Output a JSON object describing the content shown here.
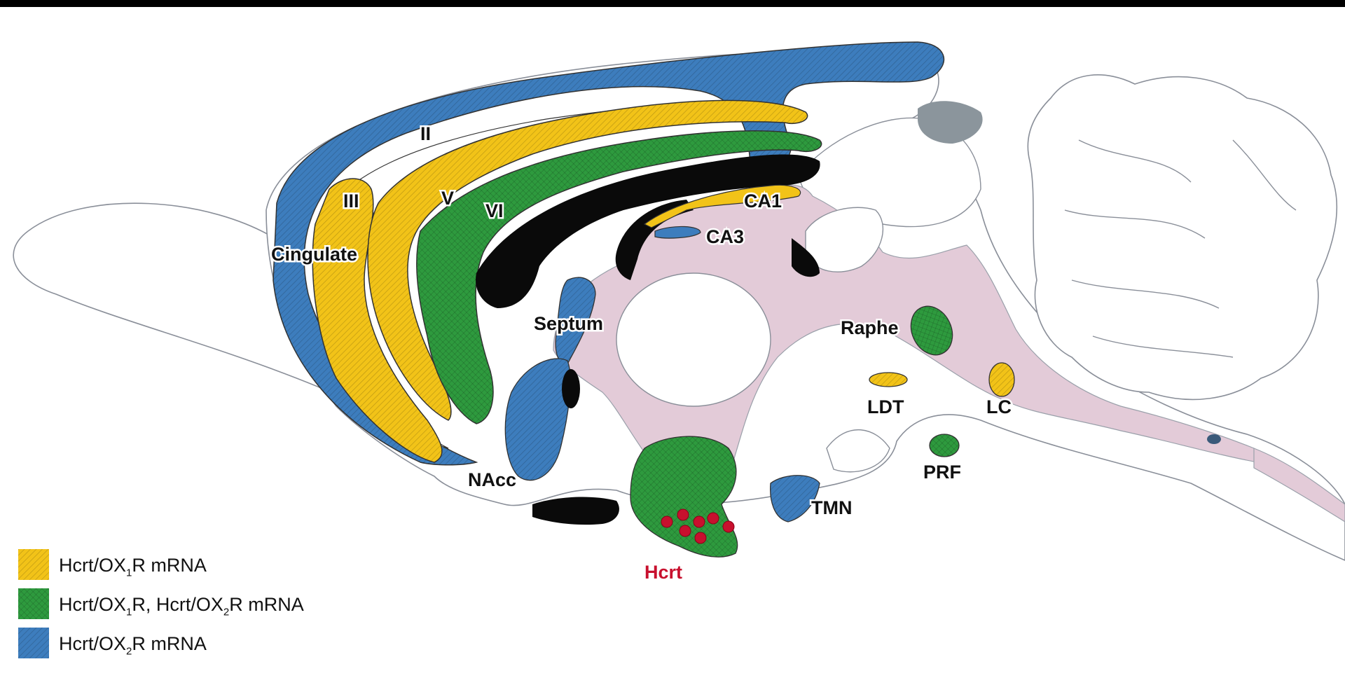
{
  "colors": {
    "ox1_yellow": "#f2c318",
    "both_green": "#2e9a3e",
    "ox2_blue": "#3d7dbd",
    "ventricle_pink": "#e3cbd8",
    "hcrt_red": "#c8102e",
    "black_tract": "#0a0a0a"
  },
  "region_labels": {
    "cortex_layer_2": "II",
    "cortex_layer_3": "III",
    "cortex_layer_5": "V",
    "cortex_layer_6": "VI",
    "cingulate": "Cingulate",
    "ca1": "CA1",
    "ca3": "CA3",
    "septum": "Septum",
    "nacc": "NAcc",
    "raphe": "Raphe",
    "ldt": "LDT",
    "lc": "LC",
    "prf": "PRF",
    "tmn": "TMN",
    "hcrt": "Hcrt"
  },
  "legend": [
    {
      "key": "ox1",
      "color": "#f2c318",
      "pre": "Hcrt/OX",
      "sub": "1",
      "post": "R mRNA"
    },
    {
      "key": "both",
      "color": "#2e9a3e",
      "pre": "Hcrt/OX",
      "sub": "1",
      "mid": "R, Hcrt/OX",
      "sub2": "2",
      "post": "R mRNA"
    },
    {
      "key": "ox2",
      "color": "#3d7dbd",
      "pre": "Hcrt/OX",
      "sub": "2",
      "post": "R mRNA"
    }
  ]
}
